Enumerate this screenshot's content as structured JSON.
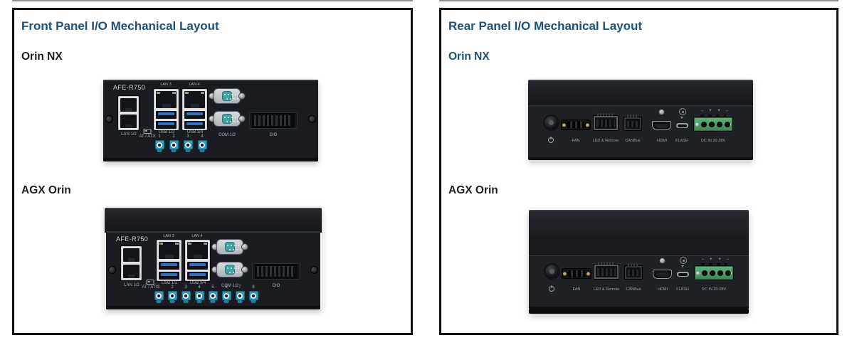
{
  "panels": {
    "front": {
      "title": "Front Panel I/O Mechanical Layout",
      "section1": "Orin NX",
      "section2": "AGX Orin"
    },
    "rear": {
      "title": "Rear Panel I/O Mechanical Layout",
      "section1": "Orin NX",
      "section2": "AGX Orin"
    }
  },
  "front_device": {
    "model": "AFE-R750",
    "port_labels": {
      "lan3": "LAN 3",
      "lan4": "LAN 4",
      "lan12": "LAN 1/2",
      "at_atx": "AT / ATX",
      "usb12": "USB 1/2",
      "usb34": "USB 3/4",
      "com12": "COM 1/2",
      "dio": "DIO"
    },
    "antenna_numbers": [
      "1",
      "2",
      "3",
      "4",
      "5",
      "6",
      "7",
      "8"
    ]
  },
  "rear_device": {
    "port_labels": {
      "fan": "FAN",
      "led_remote": "LED & Remote",
      "canbus": "CANBus",
      "hdmi": "HDMI",
      "flash": "FLASH",
      "dc_in": "DC IN 20-28V"
    },
    "dc_polarity": "- + + -"
  },
  "icons": {
    "power": "power-icon",
    "at_atx_switch": "switch-icon",
    "hdmi_screw": "screw-icon",
    "flash_indicator": "gear-icon"
  },
  "colors": {
    "accent_blue": "#1A527F",
    "text_black": "#1D1E20",
    "box_border": "#101010",
    "device_black": "#1A1C21",
    "com_teal": "#3FA49F",
    "antenna_teal": "#2B9CBA",
    "usb_blue": "#2F6FC0",
    "dc_green": "#4F9D68"
  }
}
